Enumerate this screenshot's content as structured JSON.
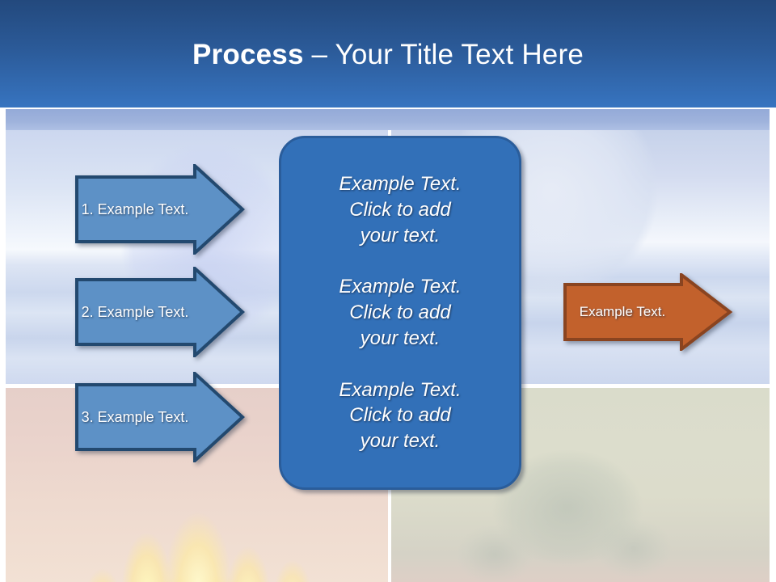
{
  "slide": {
    "title_bold": "Process",
    "title_rest": " – Your Title Text Here",
    "title_full": "Process – Your Title Text Here"
  },
  "colors": {
    "header_top": "#23497d",
    "header_bottom": "#3774c0",
    "panel_fill": "#3270b8",
    "panel_border": "#2a5d9b",
    "blue_arrow_fill": "#5d91c6",
    "blue_arrow_border": "#23496f",
    "orange_arrow_fill": "#c2612c",
    "orange_arrow_border": "#8a4420",
    "text_white": "#ffffff"
  },
  "steps": [
    {
      "label": "1. Example Text."
    },
    {
      "label": "2. Example Text."
    },
    {
      "label": "3. Example Text."
    }
  ],
  "center_panel": {
    "blocks": [
      {
        "text": "Example Text.\nClick  to add\nyour text."
      },
      {
        "text": "Example Text.\nClick  to add\nyour text."
      },
      {
        "text": "Example Text.\nClick  to add\nyour text."
      }
    ]
  },
  "result_arrow": {
    "label": "Example Text."
  }
}
